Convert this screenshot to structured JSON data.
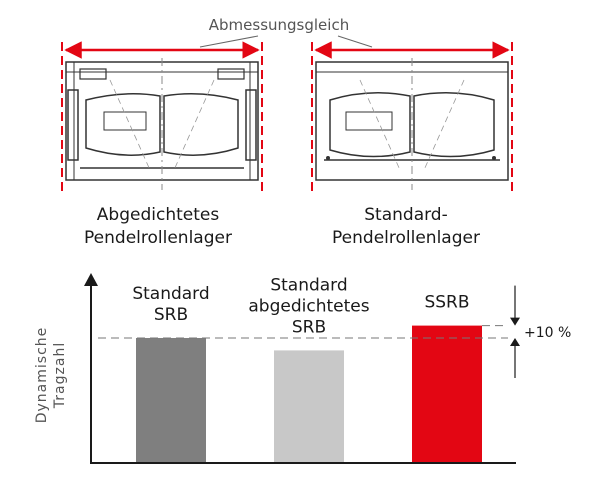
{
  "dimension_label": "Abmessungsgleich",
  "drawings": {
    "left_caption": [
      "Abgedichtetes",
      "Pendelrollenlager"
    ],
    "right_caption": [
      "Standard-",
      "Pendelrollenlager"
    ]
  },
  "chart_data": {
    "type": "bar",
    "ylabel": [
      "Dynamische",
      "Tragzahl"
    ],
    "categories": [
      [
        "Standard",
        "SRB"
      ],
      [
        "Standard",
        "abgedichtetes",
        "SRB"
      ],
      [
        "SSRB"
      ]
    ],
    "values": [
      100,
      90,
      110
    ],
    "colors": [
      "#7f7f7f",
      "#c8c8c8",
      "#e30613"
    ],
    "reference_value": 100,
    "annotation": "+10 %"
  },
  "colors": {
    "accent": "#e30613",
    "line": "#3a3a3a"
  }
}
